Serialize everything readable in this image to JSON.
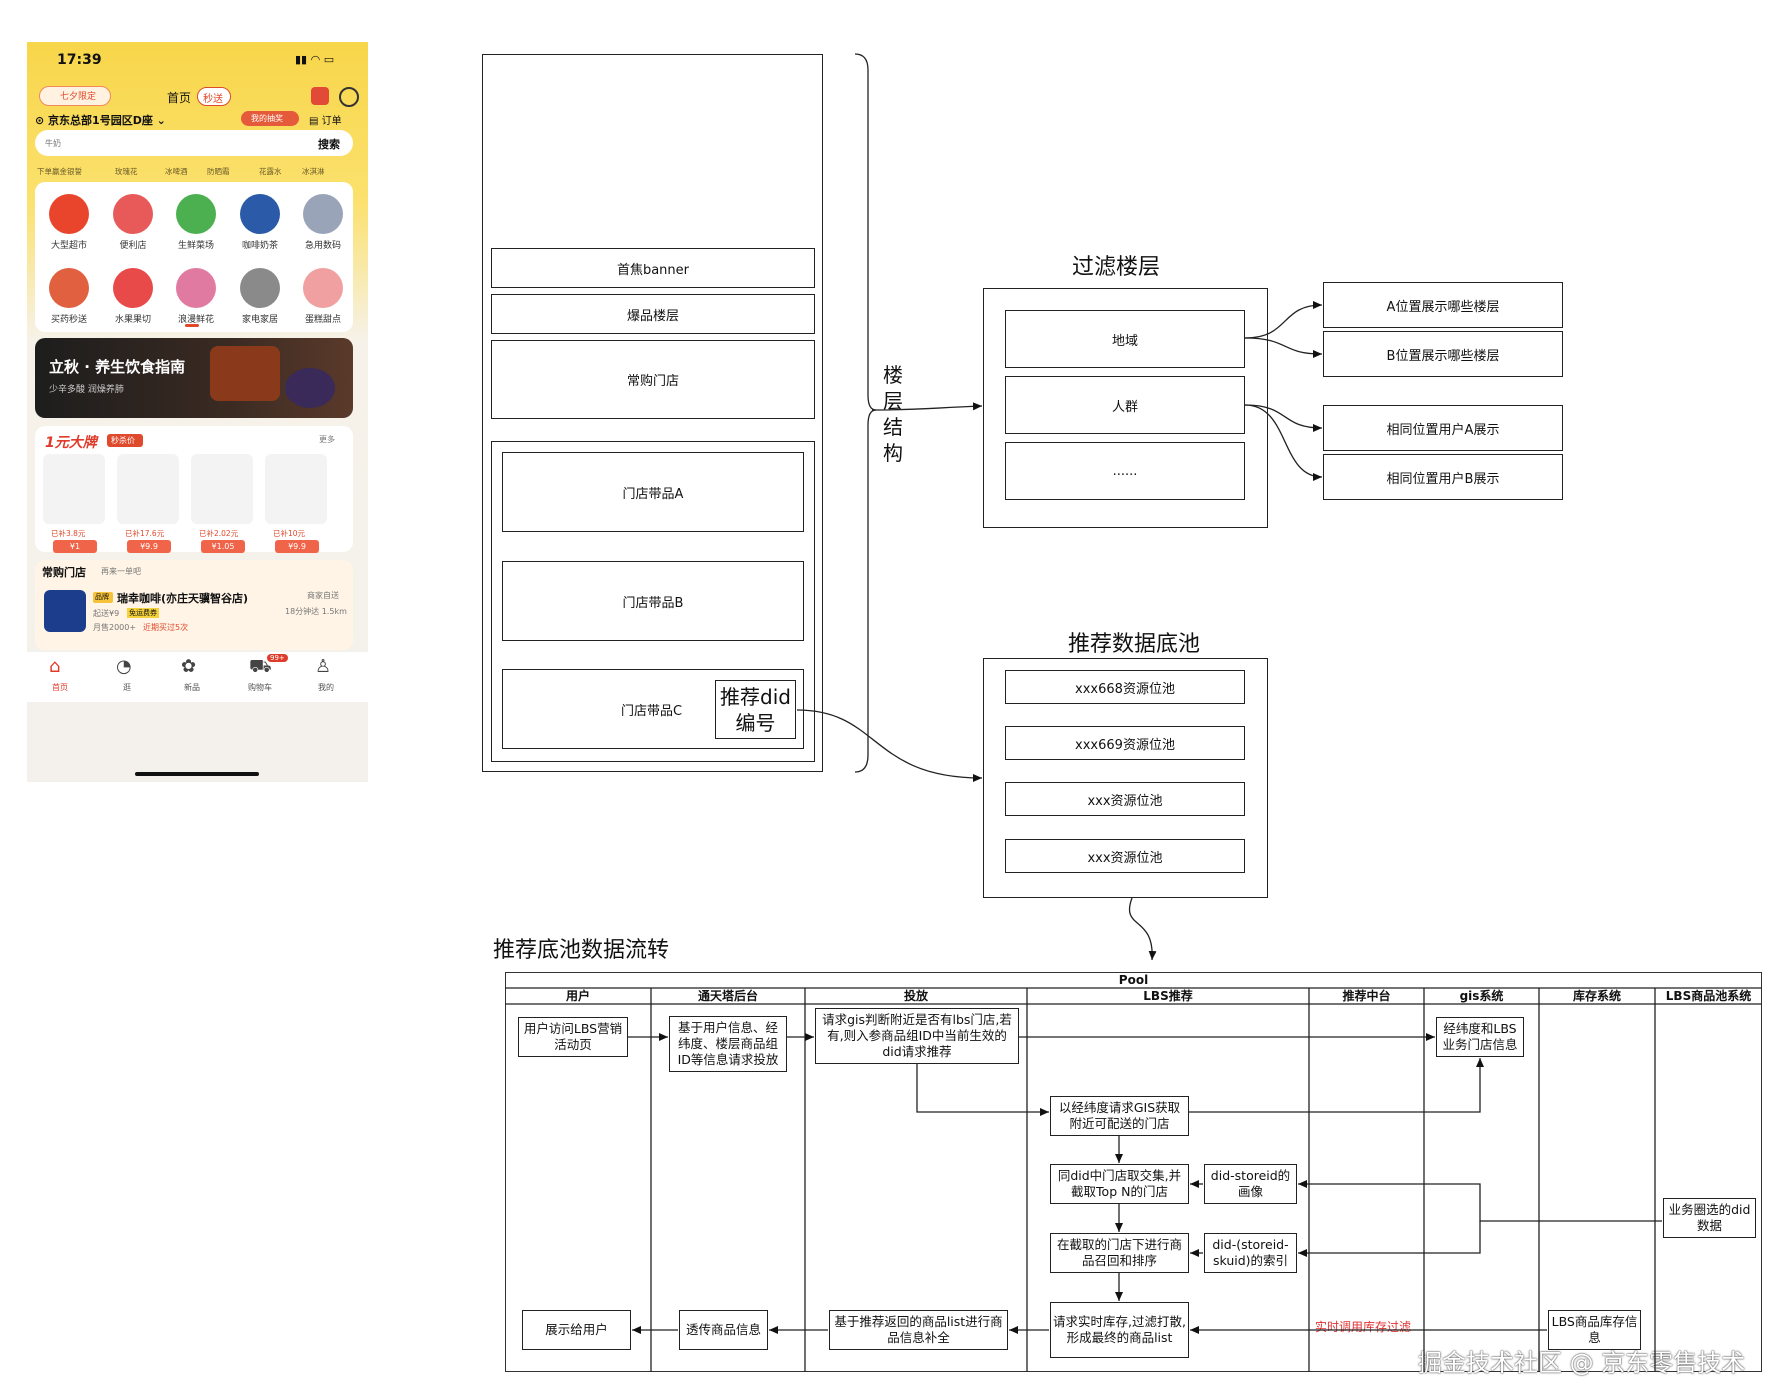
{
  "phone": {
    "status_time": "17:39",
    "promo_badge": "七夕限定",
    "home_tab": "首页",
    "flash_tab": "秒送",
    "location": "京东总部1号园区D座",
    "lottery_badge": "我的抽奖",
    "orders_label": "订单",
    "search_placeholder": "牛奶",
    "search_button": "搜索",
    "hot_tags": [
      "下单赢金银誓",
      "玫瑰花",
      "冰啤酒",
      "防晒霜",
      "花露水",
      "冰淇淋"
    ],
    "categories_row1": [
      "大型超市",
      "便利店",
      "生鲜菜场",
      "咖啡奶茶",
      "急用数码"
    ],
    "categories_row2": [
      "买药秒送",
      "水果果切",
      "浪漫鲜花",
      "家电家居",
      "蛋糕甜点"
    ],
    "banner_title": "立秋 · 养生饮食指南",
    "banner_sub": "少辛多酸 润燥养肺",
    "brand_title": "1元大牌",
    "brand_badge": "秒杀价",
    "brand_more": "更多",
    "prod_saves": [
      "已补3.8元",
      "已补17.6元",
      "已补2.02元",
      "已补10元"
    ],
    "prod_prices": [
      "¥1",
      "¥9.9",
      "¥1.05",
      "¥9.9"
    ],
    "store_section": "常购门店",
    "store_section_sub": "再来一单吧",
    "store_brand_tag": "品牌",
    "store_name": "瑞幸咖啡(亦庄天骥智谷店)",
    "store_delivery": "起送¥9",
    "store_coupon": "免运费券",
    "store_sales": "月售2000+",
    "store_recent": "近期买过5次",
    "store_fast": "商家自送",
    "store_dist": "18分钟达 1.5km",
    "nav": [
      "首页",
      "逛",
      "新品",
      "购物车",
      "我的"
    ],
    "cart_badge": "99+"
  },
  "structure": {
    "boxes": [
      "首焦banner",
      "爆品楼层",
      "常购门店"
    ],
    "stores": [
      "门店带品A",
      "门店带品B",
      "门店带品C"
    ],
    "did_label_1": "推荐did",
    "did_label_2": "编号",
    "brace_label": "楼层结构"
  },
  "filter": {
    "title": "过滤楼层",
    "items": [
      "地域",
      "人群",
      "......"
    ],
    "outputs": [
      "A位置展示哪些楼层",
      "B位置展示哪些楼层",
      "相同位置用户A展示",
      "相同位置用户B展示"
    ]
  },
  "pool": {
    "title": "推荐数据底池",
    "items": [
      "xxx668资源位池",
      "xxx669资源位池",
      "xxx资源位池",
      "xxx资源位池"
    ]
  },
  "flow": {
    "title": "推荐底池数据流转",
    "pool_header": "Pool",
    "lanes": [
      "用户",
      "通天塔后台",
      "投放",
      "LBS推荐",
      "推荐中台",
      "gis系统",
      "库存系统",
      "LBS商品池系统"
    ],
    "nodes": {
      "user_visit": "用户访问LBS营销活动页",
      "tongtian": "基于用户信息、经纬度、楼层商品组ID等信息请求投放",
      "deliver": "请求gis判断附近是否有lbs门店,若有,则入参商品组ID中当前生效的did请求推荐",
      "gis_store": "经纬度和LBS业务门店信息",
      "gis_query": "以经纬度请求GIS获取附近可配送的门店",
      "intersect": "同did中门店取交集,并截取Top N的门店",
      "did_store": "did-storeid的画像",
      "recall": "在截取的门店下进行商品召回和排序",
      "did_sku": "did-(storeid-skuid)的索引",
      "biz_did": "业务圈选的did数据",
      "stock": "请求实时库存,过滤打散,形成最终的商品list",
      "fill": "基于推荐返回的商品list进行商品信息补全",
      "pass": "透传商品信息",
      "show": "展示给用户",
      "lbs_stock": "LBS商品库存信息"
    },
    "red_label": "实时调用库存过滤"
  },
  "watermark": "掘金技术社区 @ 京东零售技术"
}
